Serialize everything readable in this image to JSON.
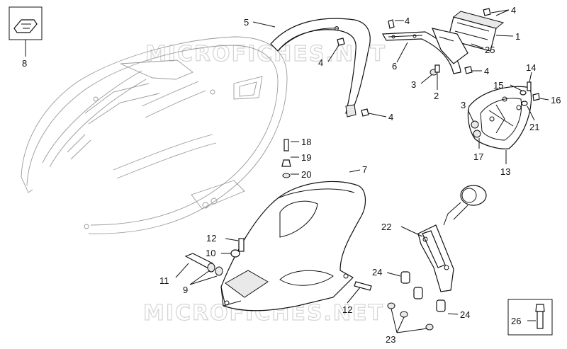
{
  "watermarks": [
    "MICROFICHES.NET",
    "MICROFICHES.NET"
  ],
  "labels": {
    "p1": "1",
    "p2": "2",
    "p3a": "3",
    "p3b": "3",
    "p4a": "4",
    "p4b": "4",
    "p4c": "4",
    "p4d": "4",
    "p4e": "4",
    "p5": "5",
    "p6": "6",
    "p7": "7",
    "p8": "8",
    "p9": "9",
    "p10": "10",
    "p11": "11",
    "p12a": "12",
    "p12b": "12",
    "p13": "13",
    "p14": "14",
    "p15": "15",
    "p16": "16",
    "p17": "17",
    "p18": "18",
    "p19": "19",
    "p20": "20",
    "p21": "21",
    "p22": "22",
    "p23": "23",
    "p24a": "24",
    "p24b": "24",
    "p25": "25",
    "p26": "26"
  }
}
